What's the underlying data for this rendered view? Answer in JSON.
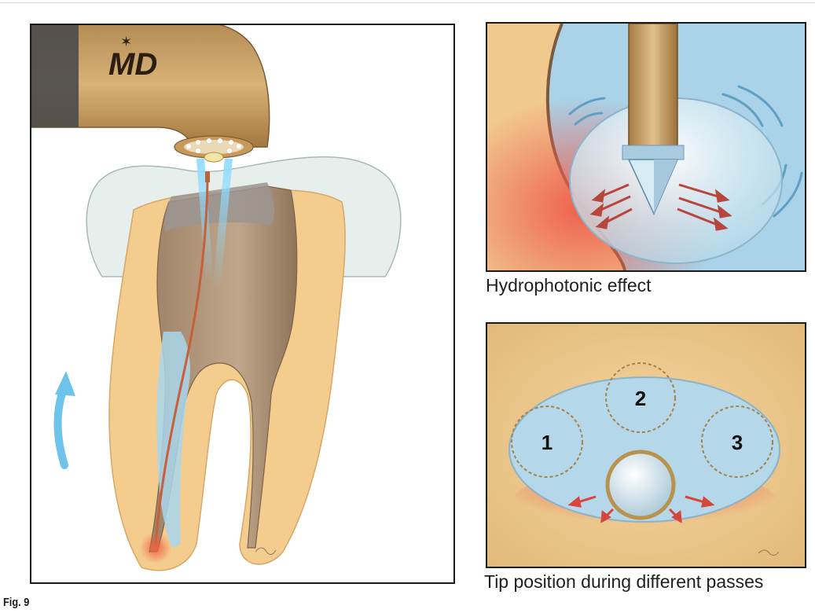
{
  "figure": {
    "label": "Fig. 9"
  },
  "left_panel": {
    "handpiece_brand": "MD"
  },
  "top_right_panel": {
    "caption": "Hydrophotonic effect"
  },
  "bottom_right_panel": {
    "caption": "Tip position during different passes",
    "pass_positions": [
      "1",
      "2",
      "3"
    ]
  },
  "colors": {
    "dentin": "#f3cc8e",
    "enamel": "#e8eeec",
    "pulp_chamber": "#b39a80",
    "fluid_blue": "#a9d6ec",
    "laser_blue": "#7fd0f0",
    "handpiece_gold": "#c79a5c",
    "heat_red": "#ef5a4a",
    "fiber": "#c5603a"
  }
}
